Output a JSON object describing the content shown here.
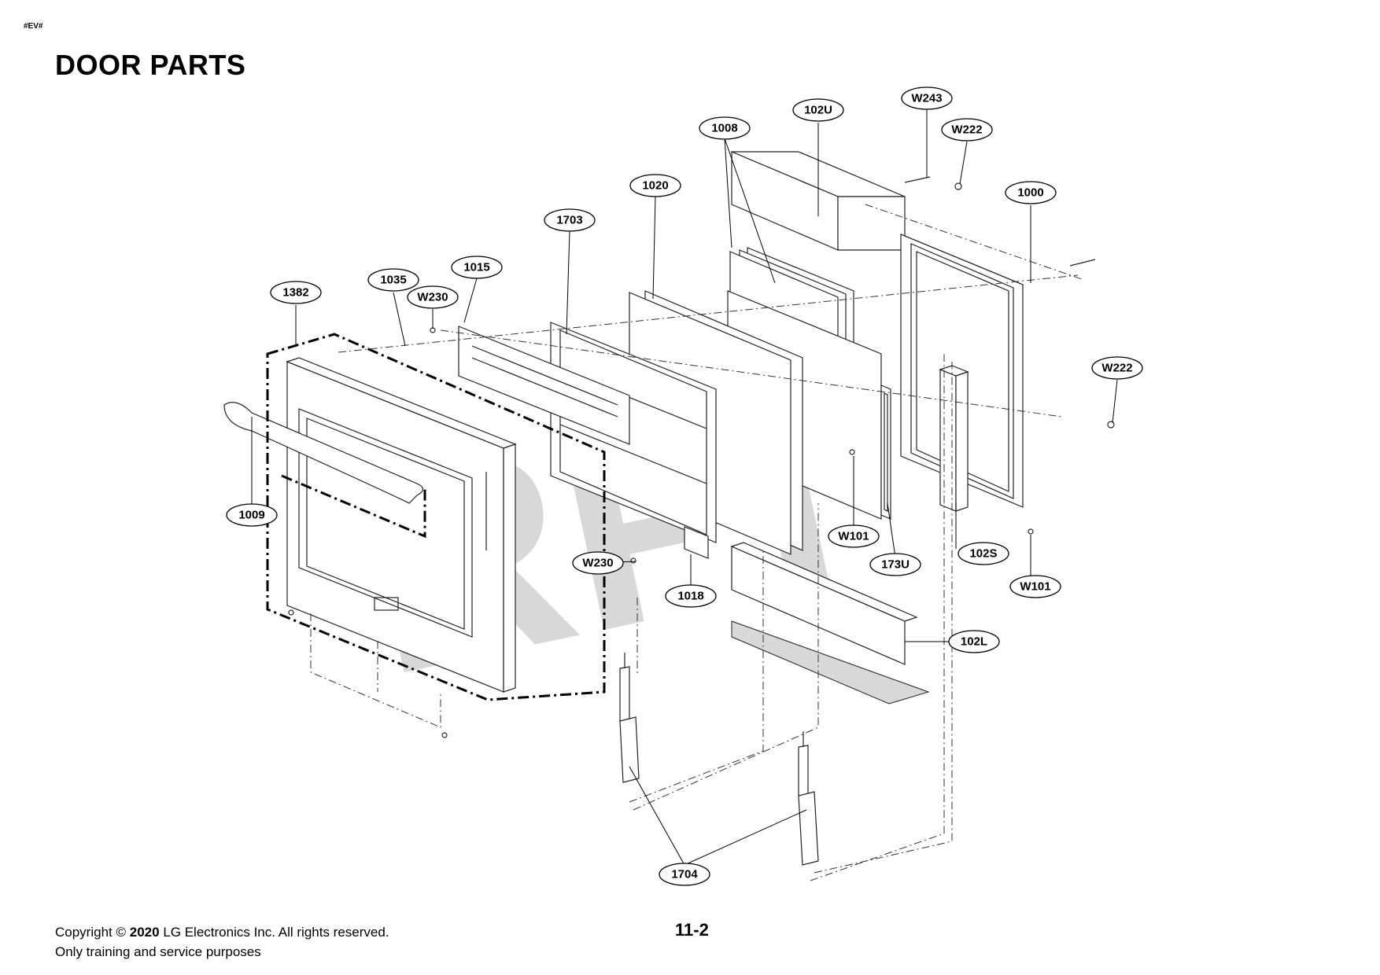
{
  "header": {
    "doc_code": "#EV#",
    "title": "DOOR PARTS"
  },
  "callouts": [
    {
      "id": "c-1382",
      "label": "1382"
    },
    {
      "id": "c-1035",
      "label": "1035"
    },
    {
      "id": "c-w230-top",
      "label": "W230"
    },
    {
      "id": "c-1015",
      "label": "1015"
    },
    {
      "id": "c-1703",
      "label": "1703"
    },
    {
      "id": "c-1020",
      "label": "1020"
    },
    {
      "id": "c-1008",
      "label": "1008"
    },
    {
      "id": "c-102u",
      "label": "102U"
    },
    {
      "id": "c-w243",
      "label": "W243"
    },
    {
      "id": "c-w222-top",
      "label": "W222"
    },
    {
      "id": "c-1000",
      "label": "1000"
    },
    {
      "id": "c-w222-right",
      "label": "W222"
    },
    {
      "id": "c-1009",
      "label": "1009"
    },
    {
      "id": "c-w230-bottom",
      "label": "W230"
    },
    {
      "id": "c-1018",
      "label": "1018"
    },
    {
      "id": "c-w101-left",
      "label": "W101"
    },
    {
      "id": "c-173u",
      "label": "173U"
    },
    {
      "id": "c-102s",
      "label": "102S"
    },
    {
      "id": "c-w101-right",
      "label": "W101"
    },
    {
      "id": "c-102l",
      "label": "102L"
    },
    {
      "id": "c-1704",
      "label": "1704"
    }
  ],
  "watermark": "RPI",
  "footer": {
    "copyright_prefix": "Copyright ©",
    "copyright_year": "2020",
    "copyright_suffix": "LG Electronics Inc. All rights reserved.",
    "usage_note": "Only training and service purposes",
    "page_number": "11-2"
  }
}
